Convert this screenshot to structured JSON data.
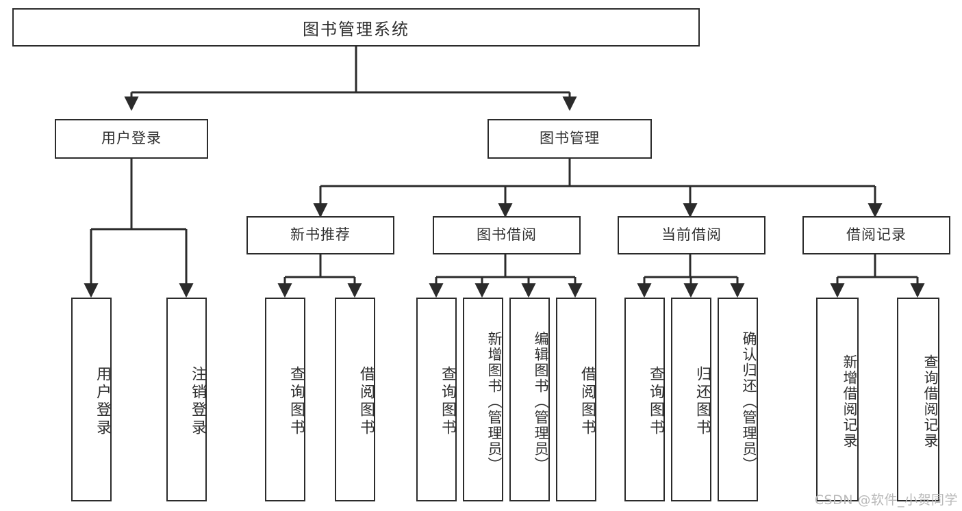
{
  "diagram": {
    "title": "图书管理系统",
    "type": "tree",
    "watermark": "CSDN @软件_小贺同学",
    "levels": {
      "root": {
        "label": "图书管理系统"
      },
      "level2": [
        {
          "label": "用户登录"
        },
        {
          "label": "图书管理"
        }
      ],
      "level3": [
        {
          "label": "新书推荐"
        },
        {
          "label": "图书借阅"
        },
        {
          "label": "当前借阅"
        },
        {
          "label": "借阅记录"
        }
      ],
      "leaves": {
        "user_login": [
          {
            "label": "用户登录"
          },
          {
            "label": "注销登录"
          }
        ],
        "new_book_recommend": [
          {
            "label": "查询图书"
          },
          {
            "label": "借阅图书"
          }
        ],
        "book_borrow": [
          {
            "label": "查询图书"
          },
          {
            "label": "新增图书（管理员）"
          },
          {
            "label": "编辑图书（管理员）"
          },
          {
            "label": "借阅图书"
          }
        ],
        "current_borrow": [
          {
            "label": "查询图书"
          },
          {
            "label": "归还图书"
          },
          {
            "label": "确认归还（管理员）"
          }
        ],
        "borrow_record": [
          {
            "label": "新增借阅记录"
          },
          {
            "label": "查询借阅记录"
          }
        ]
      }
    },
    "colors": {
      "stroke": "#2b2b2b",
      "text": "#2f2f2f",
      "background": "#ffffff",
      "watermark": "#b9b9b9"
    }
  }
}
